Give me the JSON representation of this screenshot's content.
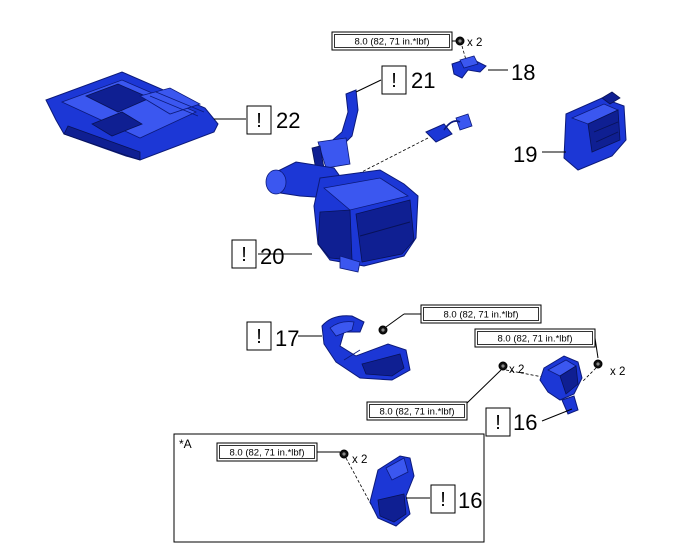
{
  "parts": {
    "p16a": "16",
    "p16b": "16",
    "p17": "17",
    "p18": "18",
    "p19": "19",
    "p20": "20",
    "p21": "21",
    "p22": "22"
  },
  "caution_symbol": "!",
  "torque": {
    "spec": "8.0 (82, 71 in.*lbf)"
  },
  "quantity": "x 2",
  "inset_label": "*A",
  "colors": {
    "part_blue": "#1c37d6",
    "line": "#000000"
  }
}
